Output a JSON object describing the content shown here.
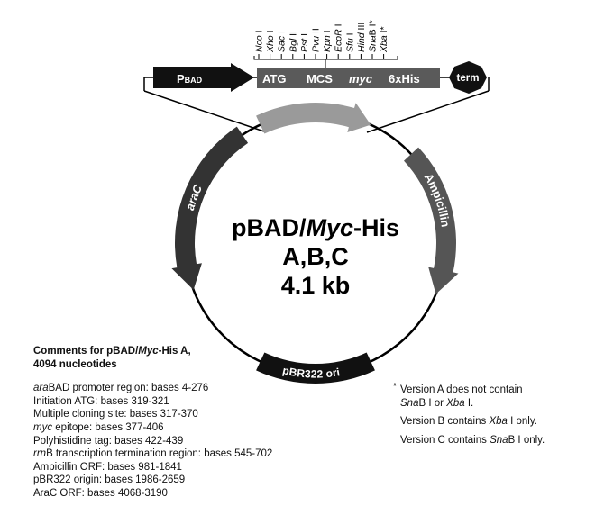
{
  "plasmid": {
    "name_prefix": "pBAD/",
    "name_italic": "Myc",
    "name_suffix": "-His",
    "versions": "A,B,C",
    "size": "4.1 kb"
  },
  "cassette": {
    "promoter": {
      "prefix": "P",
      "subscript": "BAD"
    },
    "elements": [
      "ATG",
      "MCS",
      "myc",
      "6xHis"
    ],
    "terminator": "term",
    "restriction_sites": [
      {
        "italic": "Nco",
        "roman": " I"
      },
      {
        "italic": "Xho",
        "roman": " I"
      },
      {
        "italic": "Sac",
        "roman": " I"
      },
      {
        "italic": "Bgl",
        "roman": " II"
      },
      {
        "italic": "Pst",
        "roman": " I"
      },
      {
        "italic": "Pvu",
        "roman": " II"
      },
      {
        "italic": "Kpn",
        "roman": " I"
      },
      {
        "italic": "EcoR",
        "roman": " I"
      },
      {
        "italic": "Sfu",
        "roman": " I"
      },
      {
        "italic": "Hind",
        "roman": " III"
      },
      {
        "italic": "Sna",
        "roman": "B I*"
      },
      {
        "italic": "Xba",
        "roman": " I*"
      }
    ]
  },
  "features": {
    "araC": "araC",
    "ampicillin": "Ampicillin",
    "ori": "pBR322 ori"
  },
  "comments": {
    "title_prefix": "Comments for pBAD/",
    "title_italic": "Myc",
    "title_suffix": "-His A,",
    "title_line2": "4094 nucleotides",
    "lines": [
      {
        "italic": "ara",
        "text": "BAD promoter region: bases 4-276"
      },
      {
        "italic": "",
        "text": "Initiation ATG: bases 319-321"
      },
      {
        "italic": "",
        "text": "Multiple cloning site: bases 317-370"
      },
      {
        "italic": "myc",
        "text": " epitope: bases 377-406"
      },
      {
        "italic": "",
        "text": "Polyhistidine tag: bases 422-439"
      },
      {
        "italic": "rrn",
        "text": "B transcription termination region: bases 545-702"
      },
      {
        "italic": "",
        "text": "Ampicillin ORF: bases 981-1841"
      },
      {
        "italic": "",
        "text": "pBR322 origin: bases 1986-2659"
      },
      {
        "italic": "",
        "text": "AraC ORF: bases 4068-3190"
      }
    ]
  },
  "notes": {
    "star": "*",
    "a1_pre": "Version A does not contain",
    "a2_i1": "Sna",
    "a2_t1": "B I or ",
    "a2_i2": "Xba",
    "a2_t2": " I.",
    "b_pre": "Version B contains ",
    "b_i": "Xba",
    "b_post": " I only.",
    "c_pre": "Version C contains ",
    "c_i": "Sna",
    "c_post": "B I only."
  }
}
